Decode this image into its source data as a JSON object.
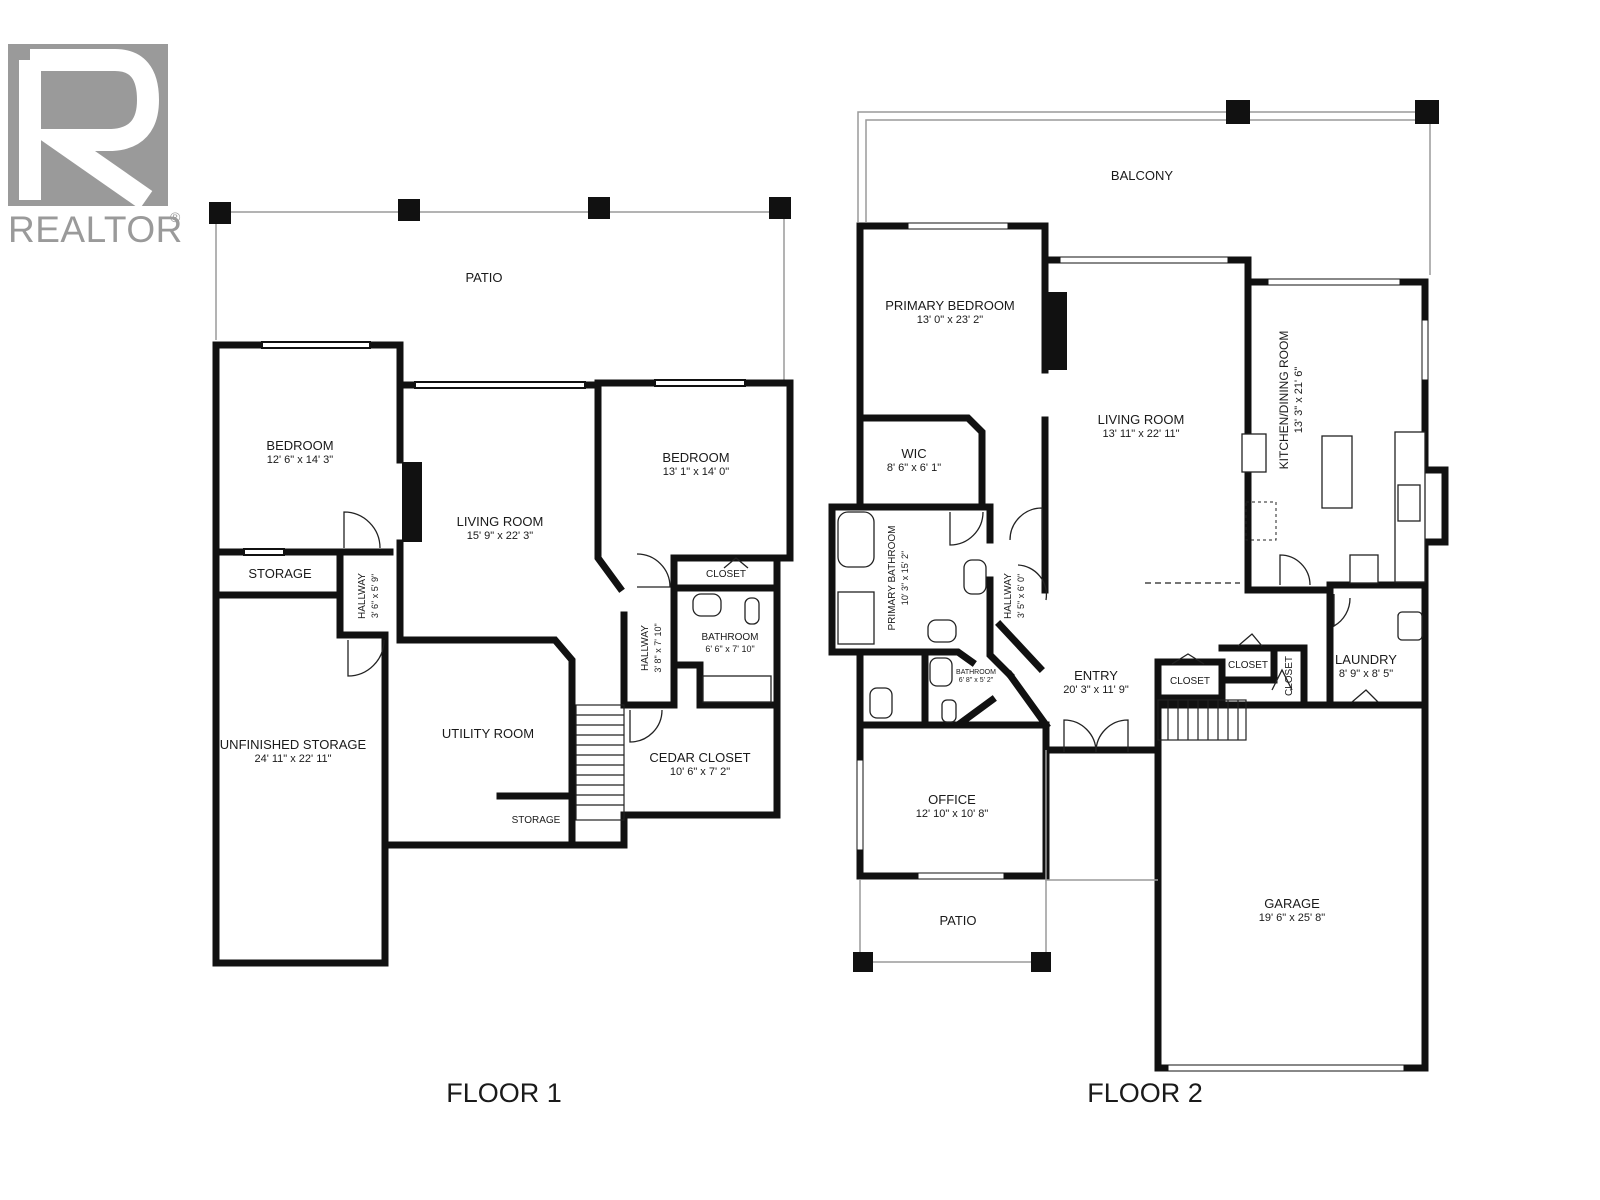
{
  "logo": {
    "text": "REALTOR",
    "mark": "®"
  },
  "floor1": {
    "title": "FLOOR 1",
    "patio": "PATIO",
    "bedroom_a": {
      "name": "BEDROOM",
      "dims": "12' 6\" x 14' 3\""
    },
    "living_room": {
      "name": "LIVING ROOM",
      "dims": "15' 9\" x 22' 3\""
    },
    "bedroom_b": {
      "name": "BEDROOM",
      "dims": "13' 1\" x 14' 0\""
    },
    "storage": "STORAGE",
    "hallway_a": {
      "name": "HALLWAY",
      "dims": "3' 6\" x 5' 9\""
    },
    "hallway_b": {
      "name": "HALLWAY",
      "dims": "3' 8\" x 7' 10\""
    },
    "closet": "CLOSET",
    "bathroom": {
      "name": "BATHROOM",
      "dims": "6' 6\" x 7' 10\""
    },
    "unfinished_storage": {
      "name": "UNFINISHED STORAGE",
      "dims": "24' 11\" x 22' 11\""
    },
    "utility_room": "UTILITY ROOM",
    "cedar_closet": {
      "name": "CEDAR CLOSET",
      "dims": "10' 6\" x 7' 2\""
    },
    "storage_small": "STORAGE"
  },
  "floor2": {
    "title": "FLOOR 2",
    "balcony": "BALCONY",
    "primary_bedroom": {
      "name": "PRIMARY BEDROOM",
      "dims": "13' 0\" x 23' 2\""
    },
    "living_room": {
      "name": "LIVING ROOM",
      "dims": "13' 11\" x 22' 11\""
    },
    "kitchen": {
      "name": "KITCHEN/DINING ROOM",
      "dims": "13' 3\" x 21' 6\""
    },
    "wic": {
      "name": "WIC",
      "dims": "8' 6\" x 6' 1\""
    },
    "primary_bathroom": {
      "name": "PRIMARY BATHROOM",
      "dims": "10' 3\" x 15' 2\""
    },
    "hallway": {
      "name": "HALLWAY",
      "dims": "3' 5\" x 6' 0\""
    },
    "bathroom": {
      "name": "BATHROOM",
      "dims": "6' 8\" x 5' 2\""
    },
    "entry": {
      "name": "ENTRY",
      "dims": "20' 3\" x 11' 9\""
    },
    "closet_a": "CLOSET",
    "closet_b": "CLOSET",
    "closet_c": "CLOSET",
    "laundry": {
      "name": "LAUNDRY",
      "dims": "8' 9\" x 8' 5\""
    },
    "office": {
      "name": "OFFICE",
      "dims": "12' 10\" x 10' 8\""
    },
    "patio": "PATIO",
    "garage": {
      "name": "GARAGE",
      "dims": "19' 6\" x 25' 8\""
    }
  },
  "colors": {
    "wall": "#111111",
    "logo": "#9a9a9a",
    "background": "#ffffff"
  }
}
